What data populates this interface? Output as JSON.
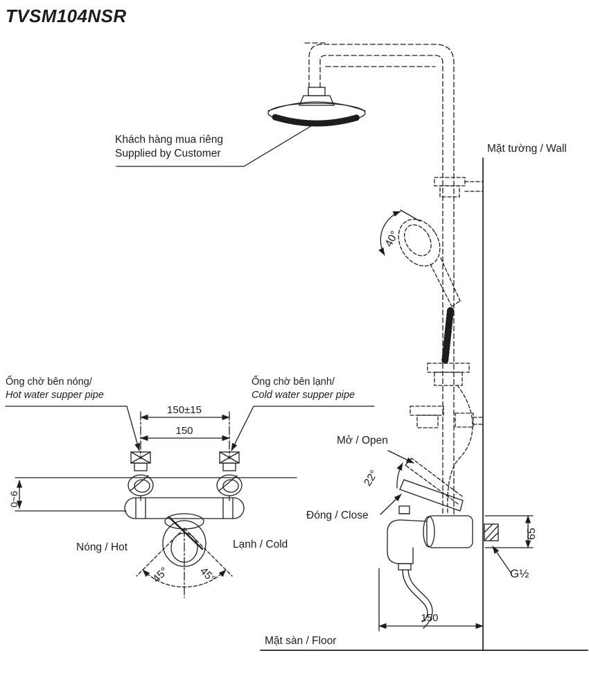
{
  "title": "TVSM104NSR",
  "colors": {
    "ink": "#1d1d1d",
    "background": "#ffffff"
  },
  "annotations": {
    "customer": {
      "vi": "Khách hàng mua riêng",
      "en": "Supplied by Customer"
    },
    "wall": "Mặt tường / Wall",
    "floor": "Mặt sàn / Floor",
    "hot_supply": {
      "vi": "Ống chờ bên nóng/",
      "en": "Hot water supper pipe"
    },
    "cold_supply": {
      "vi": "Ống chờ bên lạnh/",
      "en": "Cold water supper pipe"
    },
    "open": "Mở / Open",
    "close": "Đóng / Close",
    "hot": "Nóng / Hot",
    "cold": "Lạnh / Cold",
    "thread_size": "G½"
  },
  "dimensions": {
    "supply_span_tol": "150±15",
    "supply_span": "150",
    "wall_gap": "0~6",
    "handshower_angle": "40°",
    "handle_open_angle": "22°",
    "swing_left": "45°",
    "swing_right": "45°",
    "outlet_height": "65",
    "spout_reach": "150"
  }
}
